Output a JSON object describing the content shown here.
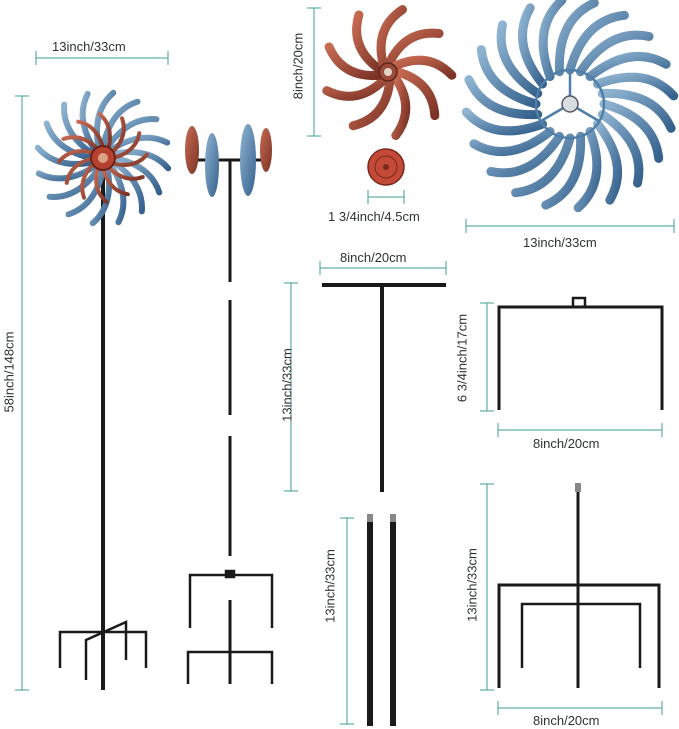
{
  "dimensions": {
    "top_left_width": "13inch/33cm",
    "total_height": "58inch/148cm",
    "small_spinner_height": "8inch/20cm",
    "center_cap": "1 3/4inch/4.5cm",
    "large_spinner_width": "13inch/33cm",
    "t_bar_width": "8inch/20cm",
    "t_bar_height": "13inch/33cm",
    "bracket_height": "6 3/4inch/17cm",
    "bracket_width": "8inch/20cm",
    "pole_height": "13inch/33cm",
    "base_stake_height": "13inch/33cm",
    "base_stake_width": "8inch/20cm"
  },
  "colors": {
    "dimension_line": "#3f9f92",
    "metal": "#1a1a1a",
    "blade_blue": "#4f7fa8",
    "blade_copper": "#9a4a36"
  }
}
